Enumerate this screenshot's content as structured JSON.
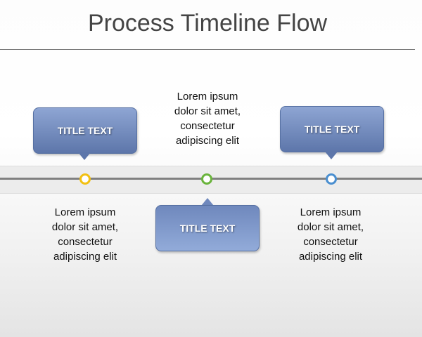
{
  "title": "Process Timeline Flow",
  "steps": [
    {
      "label": "TITLE TEXT",
      "dot_color": "#f2c012",
      "text": [
        "Lorem ipsum",
        "dolor sit amet,",
        "consectetur",
        "adipiscing elit"
      ]
    },
    {
      "label": "TITLE TEXT",
      "dot_color": "#6ab43c",
      "text": [
        "Lorem ipsum",
        "dolor sit amet,",
        "consectetur",
        "adipiscing elit"
      ]
    },
    {
      "label": "TITLE TEXT",
      "dot_color": "#4a8fd0",
      "text": [
        "Lorem ipsum",
        "dolor sit amet,",
        "consectetur",
        "adipiscing elit"
      ]
    }
  ]
}
